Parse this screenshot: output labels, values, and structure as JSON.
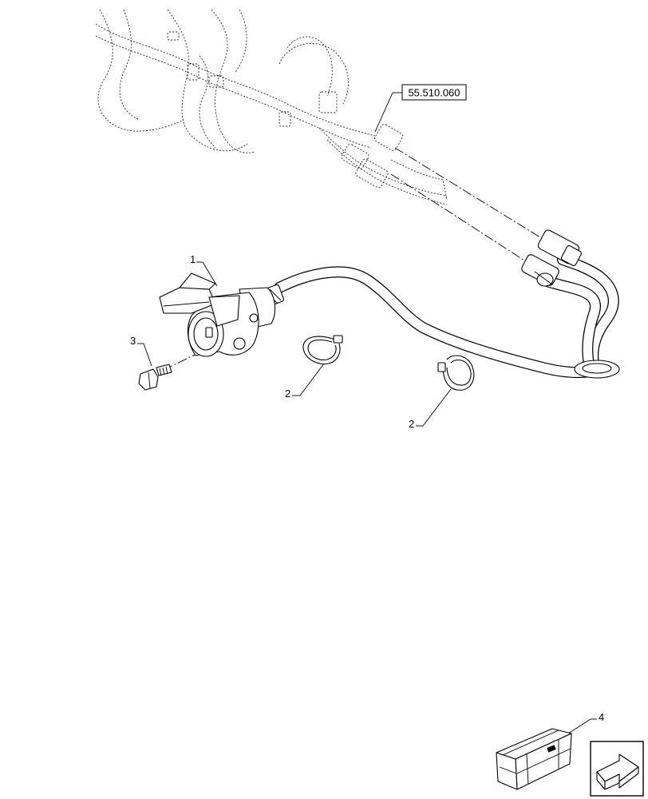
{
  "figure": {
    "reference_label": "55.510.060",
    "callouts": {
      "part_1": "1",
      "part_2a": "2",
      "part_2b": "2",
      "part_3": "3",
      "part_4": "4"
    },
    "icons": [
      "socket-assembly-icon",
      "cable-clamp-icon",
      "bolt-icon",
      "kit-crate-icon",
      "navigation-arrow-icon"
    ]
  }
}
